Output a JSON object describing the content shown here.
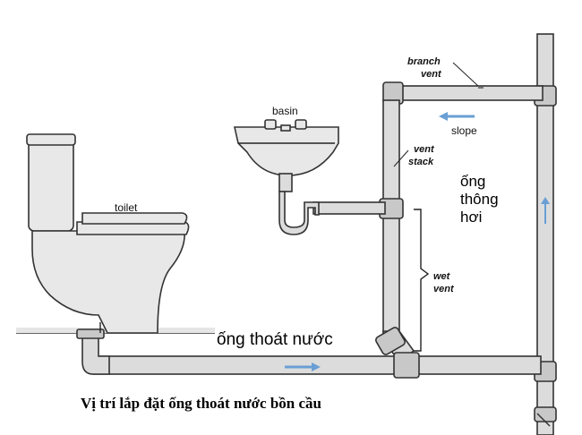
{
  "labels": {
    "branch_vent_line1": "branch",
    "branch_vent_line2": "vent",
    "slope": "slope",
    "basin": "basin",
    "vent_stack_line1": "vent",
    "vent_stack_line2": "stack",
    "ong_thong_hoi_line1": "ống",
    "ong_thong_hoi_line2": "thông",
    "ong_thong_hoi_line3": "hơi",
    "toilet": "toilet",
    "wet_vent_line1": "wet",
    "wet_vent_line2": "vent",
    "ong_thoat_nuoc": "ống thoát nước",
    "caption": "Vị trí lắp đặt ống thoát nước bồn cầu"
  },
  "colors": {
    "pipe": "#dcdcdc",
    "flow_arrow": "#6a9fd4",
    "outline": "#333333"
  }
}
